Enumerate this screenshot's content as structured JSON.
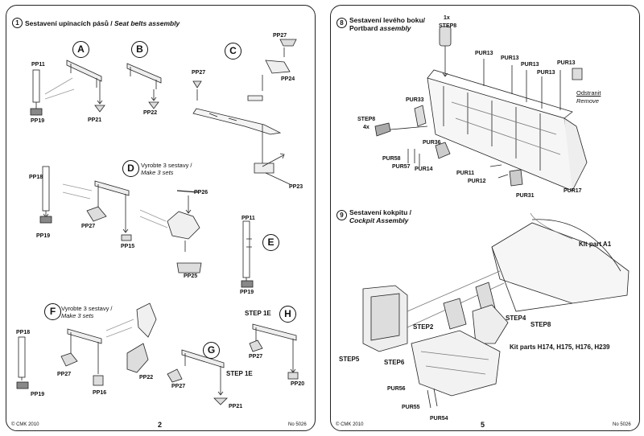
{
  "left_page": {
    "section": {
      "number": "1",
      "title_cz": "Sestavení upínacích pásů / ",
      "title_en": "Seat belts assembly"
    },
    "subassemblies": {
      "A": "A",
      "B": "B",
      "C": "C",
      "D": "D",
      "E": "E",
      "F": "F",
      "G": "G",
      "H": "H"
    },
    "notes": {
      "D": {
        "cz": "Vyrobte 3 sestavy /",
        "en": "Make 3 sets"
      },
      "F": {
        "cz": "Vyrobte 3 sestavy /",
        "en": "Make 3 sets"
      }
    },
    "labels": {
      "a_pp11": "PP11",
      "a_pp19": "PP19",
      "a_pp21": "PP21",
      "b_pp22": "PP22",
      "c_pp27_top": "PP27",
      "c_pp24": "PP24",
      "c_pp27_left": "PP27",
      "c_pp23": "PP23",
      "d_pp18": "PP18",
      "d_pp19": "PP19",
      "d_pp27": "PP27",
      "d_pp15": "PP15",
      "d_pp26": "PP26",
      "d_pp25": "PP25",
      "e_pp11": "PP11",
      "e_pp19": "PP19",
      "f_pp18": "PP18",
      "f_pp19": "PP19",
      "f_pp27": "PP27",
      "f_pp16": "PP16",
      "f_pp22": "PP22",
      "g_pp27": "PP27",
      "g_step1e": "STEP 1E",
      "g_pp21": "PP21",
      "h_step1e": "STEP 1E",
      "h_pp27": "PP27",
      "h_pp20": "PP20"
    },
    "footer": {
      "copyright": "© CMK 2010",
      "page": "2",
      "code": "No 5026"
    }
  },
  "right_page": {
    "section8": {
      "number": "8",
      "title_line1": "Sestavení levého boku/",
      "title_line2_cz": "Portbard ",
      "title_line2_en": "assembly"
    },
    "section9": {
      "number": "9",
      "title_line1": "Sestavení kokpitu /",
      "title_line2": "Cockpit Assembly"
    },
    "labels8": {
      "x1": "1x",
      "step8_top": "STEP8",
      "pur13_a": "PUR13",
      "pur13_b": "PUR13",
      "pur13_c": "PUR13",
      "pur13_d": "PUR13",
      "pur13_e": "PUR13",
      "odstranit": "Odstranit",
      "remove": "Remove",
      "pur33": "PUR33",
      "step8_left": "STEP8",
      "x4": "4x",
      "pur36": "PUR36",
      "pur58": "PUR58",
      "pur57": "PUR57",
      "pur14": "PUR14",
      "pur11": "PUR11",
      "pur12": "PUR12",
      "pur31": "PUR31",
      "pur17": "PUR17"
    },
    "labels9": {
      "kit_a1": "Kit part A1",
      "step4": "STEP4",
      "step2": "STEP2",
      "step8": "STEP8",
      "kit_parts": "Kit parts H174, H175, H176, H239",
      "step5": "STEP5",
      "step6": "STEP6",
      "pur56": "PUR56",
      "pur55": "PUR55",
      "pur54": "PUR54"
    },
    "footer": {
      "copyright": "© CMK 2010",
      "page": "5",
      "code": "No 5026"
    }
  }
}
